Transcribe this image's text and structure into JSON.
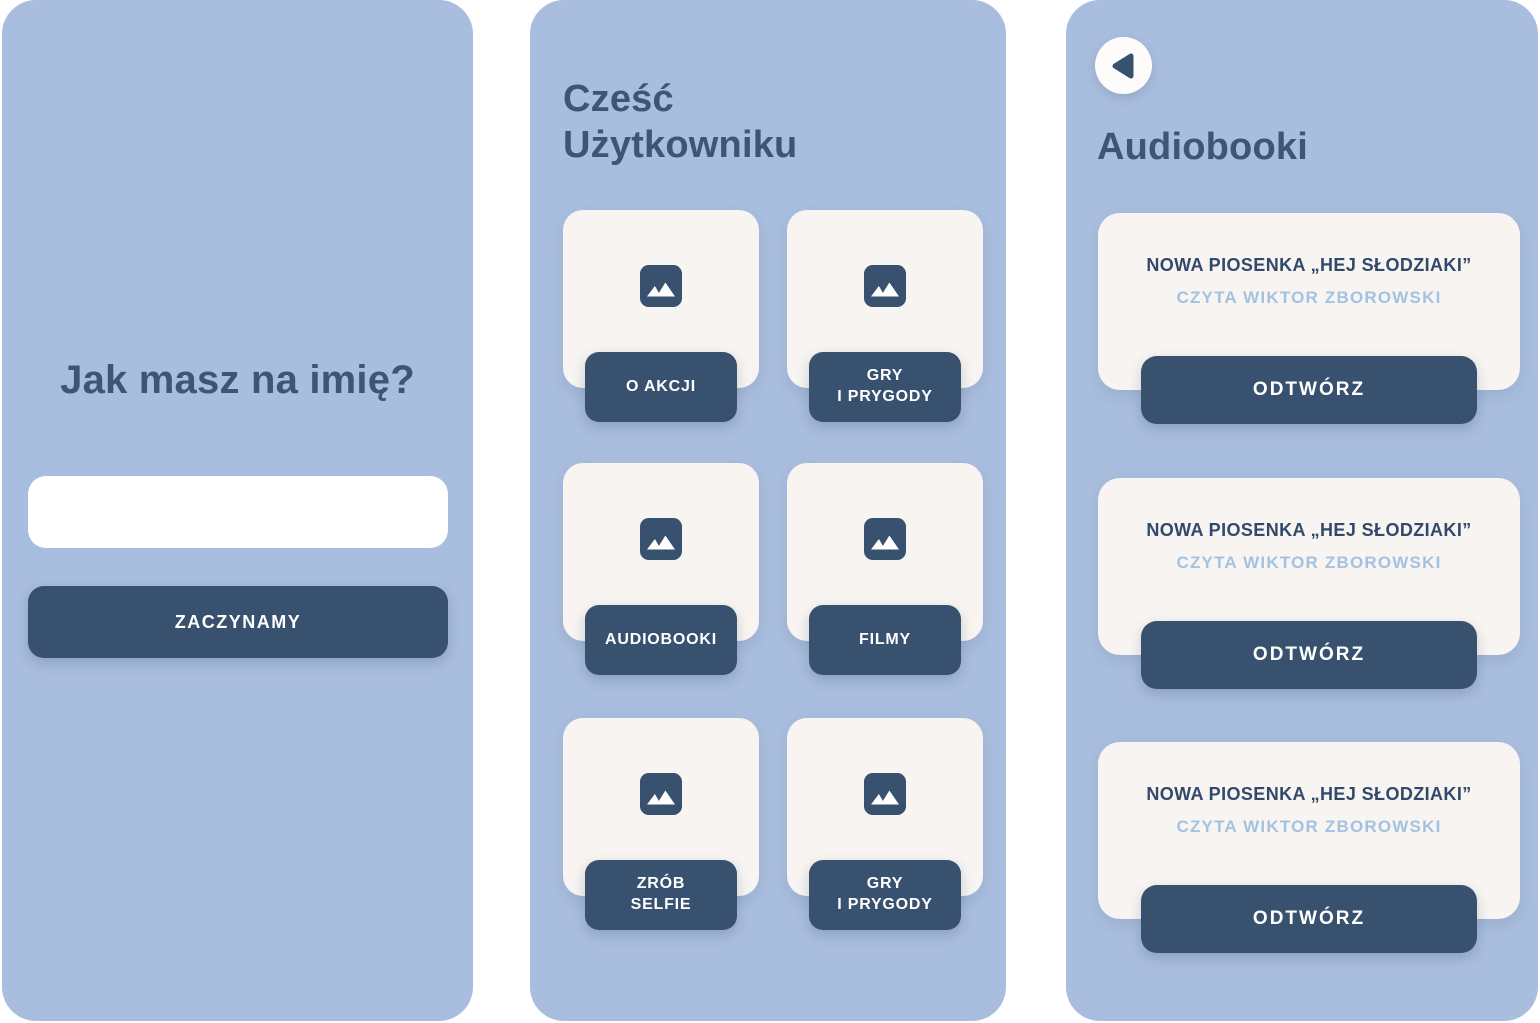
{
  "colors": {
    "panel_background": "#a9bdde",
    "primary_navy": "#37516f",
    "heading_text": "#3d5678",
    "card_background": "#f7f4f1",
    "subtitle_blue": "#a3c2e2",
    "input_background": "#ffffff"
  },
  "screens": {
    "name_entry": {
      "heading": "Jak masz na imię?",
      "input": {
        "value": "",
        "placeholder": ""
      },
      "submit_label": "ZACZYNAMY"
    },
    "home": {
      "greeting": "Cześć\nUżytkowniku",
      "tiles": [
        {
          "label": "O AKCJI",
          "icon": "image-placeholder-icon"
        },
        {
          "label": "GRY\nI PRYGODY",
          "icon": "image-placeholder-icon"
        },
        {
          "label": "AUDIOBOOKI",
          "icon": "image-placeholder-icon"
        },
        {
          "label": "FILMY",
          "icon": "image-placeholder-icon"
        },
        {
          "label": "ZRÓB\nSELFIE",
          "icon": "image-placeholder-icon"
        },
        {
          "label": "GRY\nI PRYGODY",
          "icon": "image-placeholder-icon"
        }
      ]
    },
    "audiobooks": {
      "heading": "Audiobooki",
      "back_icon": "back-arrow-icon",
      "cards": [
        {
          "title": "NOWA PIOSENKA „HEJ SŁODZIAKI”",
          "subtitle": "CZYTA WIKTOR ZBOROWSKI",
          "play_label": "ODTWÓRZ"
        },
        {
          "title": "NOWA PIOSENKA „HEJ SŁODZIAKI”",
          "subtitle": "CZYTA WIKTOR ZBOROWSKI",
          "play_label": "ODTWÓRZ"
        },
        {
          "title": "NOWA PIOSENKA „HEJ SŁODZIAKI”",
          "subtitle": "CZYTA WIKTOR ZBOROWSKI",
          "play_label": "ODTWÓRZ"
        }
      ]
    }
  }
}
